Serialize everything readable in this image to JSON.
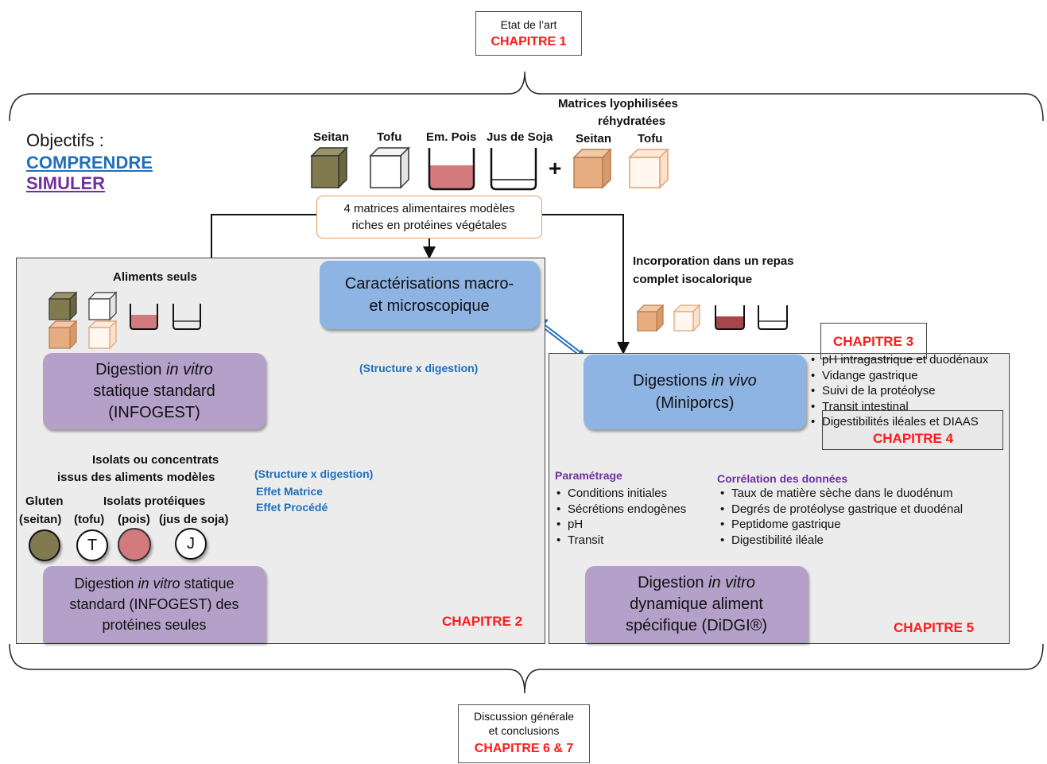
{
  "header": {
    "line1": "Etat de l’art",
    "chapter": "CHAPITRE 1"
  },
  "footer": {
    "line1": "Discussion générale",
    "line2": "et conclusions",
    "chapter": "CHAPITRE 6 & 7"
  },
  "objectives": {
    "title": "Objectifs :",
    "item1": "COMPRENDRE",
    "item2": "SIMULER"
  },
  "foods": {
    "labels": [
      "Seitan",
      "Tofu",
      "Em. Pois",
      "Jus de Soja"
    ],
    "plus": "+",
    "lyo_title_line1": "Matrices lyophilisées",
    "lyo_title_line2": "réhydratées",
    "lyo_labels": [
      "Seitan",
      "Tofu"
    ]
  },
  "matrices_box": {
    "line1": "4 matrices alimentaires modèles",
    "line2": "riches en protéines végétales"
  },
  "characterization": {
    "line1": "Caractérisations macro-",
    "line2": "et microscopique"
  },
  "left_panel": {
    "aliments_label": "Aliments seuls",
    "static_box": {
      "line1_a": "Digestion ",
      "line1_b": "in vitro",
      "line2": "statique standard",
      "line3": "(INFOGEST)"
    },
    "structure_center": "(Structure x digestion)",
    "isolats_line1": "Isolats ou concentrats",
    "isolats_line2": "issus des aliments modèles",
    "gluten_label": "Gluten",
    "isolats_prot_label": "Isolats protéiques",
    "sub_labels": [
      "(seitan)",
      "(tofu)",
      "(pois)",
      "(jus de soja)"
    ],
    "circle_letters": [
      "T",
      "J"
    ],
    "vertical_label_1": "(Structure x digestion)",
    "vertical_label_2": "Effet Matrice",
    "vertical_label_3": "Effet Procédé",
    "proteins_box": {
      "line1_a": "Digestion ",
      "line1_b": "in vitro",
      "line1_c": " statique",
      "line2": "standard (INFOGEST) des",
      "line3": "protéines seules"
    },
    "chapter": "CHAPITRE 2"
  },
  "right_panel": {
    "incorporation_line1": "Incorporation dans un repas",
    "incorporation_line2": "complet isocalorique",
    "invivo_box": {
      "line1_a": "Digestions ",
      "line1_b": "in vivo",
      "line2": "(Miniporcs)"
    },
    "chapter3": "CHAPITRE 3",
    "chapter3_bullets": [
      "pH intragastrique et duodénaux",
      "Vidange gastrique",
      "Suivi de la protéolyse",
      "Transit intestinal"
    ],
    "chapter4_bullet": "Digestibilités iléales et DIAAS",
    "chapter4": "CHAPITRE 4",
    "parametrage_title": "Paramétrage",
    "parametrage_items": [
      "Conditions initiales",
      "Sécrétions endogènes",
      "pH",
      "Transit"
    ],
    "correlation_title": "Corrélation des données",
    "correlation_items": [
      "Taux de matière sèche dans le duodénum",
      "Degrés de protéolyse gastrique et duodénal",
      "Peptidome gastrique",
      "Digestibilité iléale"
    ],
    "dynamic_box": {
      "line1_a": "Digestion ",
      "line1_b": "in vitro",
      "line2": "dynamique aliment",
      "line3": "spécifique (DiDGI®)"
    },
    "chapter": "CHAPITRE 5"
  },
  "colors": {
    "accent_red": "#ff1a1a",
    "blue_text": "#1f6fbd",
    "purple_text": "#7030a0",
    "blue_box": "#8eb4e3",
    "purple_box": "#b4a0c8",
    "panel_gray": "#ececec"
  }
}
